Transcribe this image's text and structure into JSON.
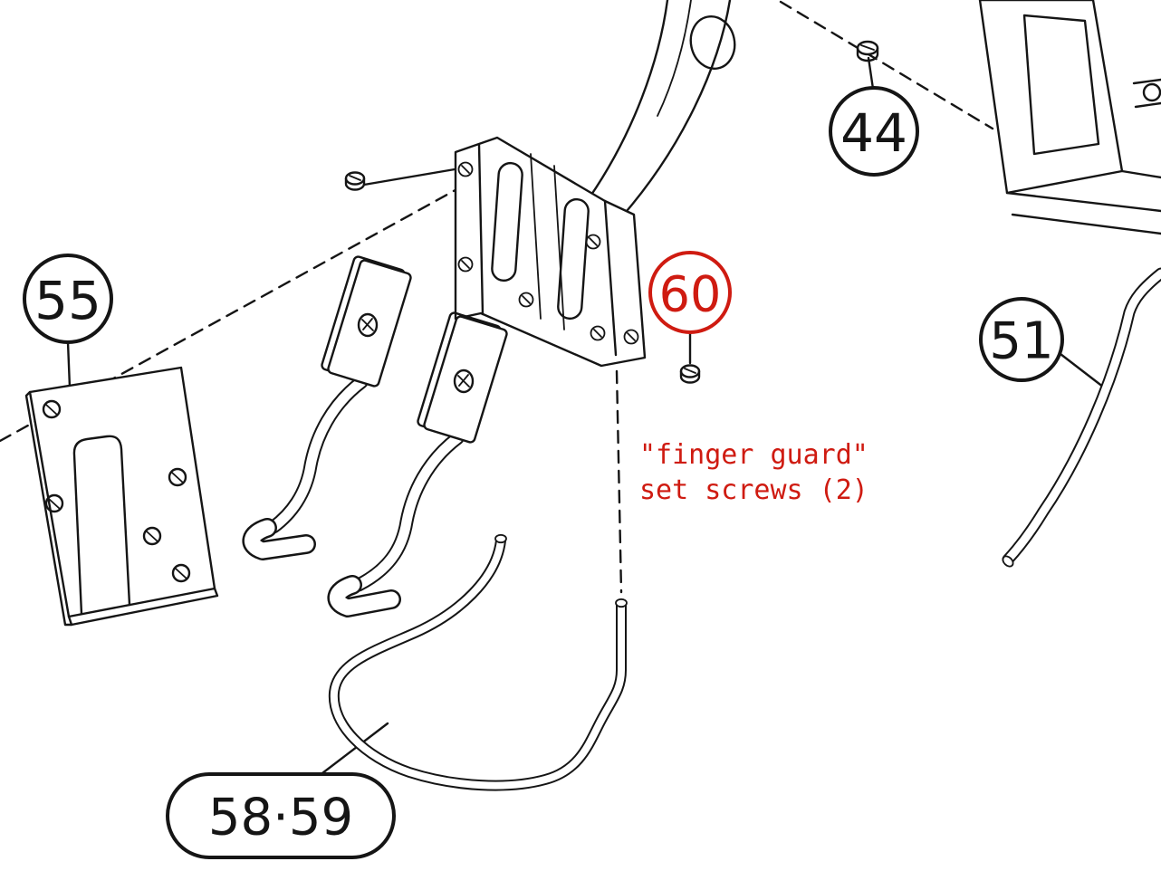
{
  "colors": {
    "line": "#151515",
    "accent": "#cf1b11",
    "bg": "#ffffff"
  },
  "callouts": {
    "c55": {
      "label": "55"
    },
    "c44": {
      "label": "44"
    },
    "c60": {
      "label": "60"
    },
    "c51": {
      "label": "51"
    },
    "c58_59": {
      "label": "58·59"
    }
  },
  "annotation": {
    "line1": "\"finger guard\"",
    "line2": "set screws (2)"
  }
}
